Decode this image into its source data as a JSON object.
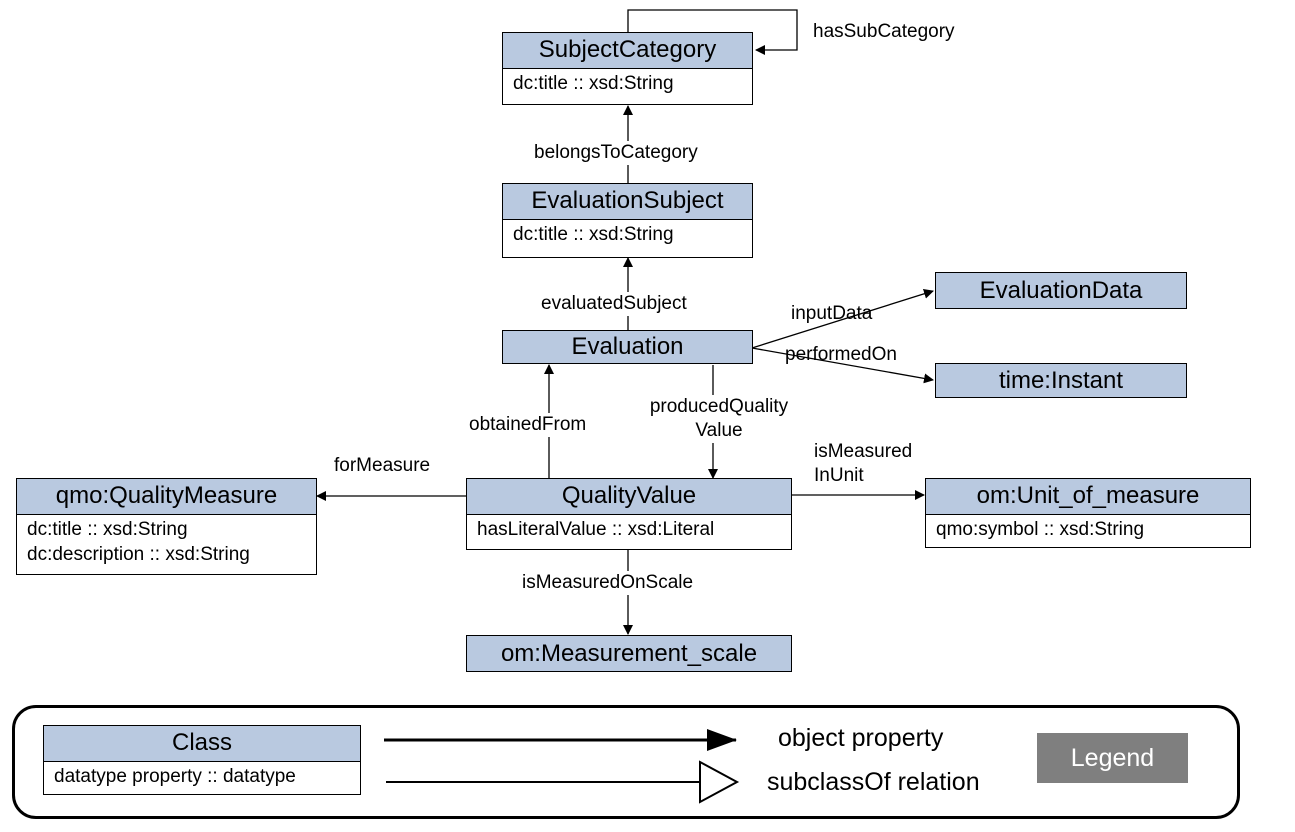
{
  "classes": {
    "subject_category": {
      "name": "SubjectCategory",
      "attrs": [
        "dc:title :: xsd:String"
      ]
    },
    "evaluation_subject": {
      "name": "EvaluationSubject",
      "attrs": [
        "dc:title :: xsd:String"
      ]
    },
    "evaluation": {
      "name": "Evaluation"
    },
    "evaluation_data": {
      "name": "EvaluationData"
    },
    "time_instant": {
      "name": "time:Instant"
    },
    "quality_measure": {
      "name": "qmo:QualityMeasure",
      "attrs": [
        "dc:title :: xsd:String",
        "dc:description :: xsd:String"
      ]
    },
    "quality_value": {
      "name": "QualityValue",
      "attrs": [
        "hasLiteralValue :: xsd:Literal"
      ]
    },
    "unit_of_measure": {
      "name": "om:Unit_of_measure",
      "attrs": [
        "qmo:symbol :: xsd:String"
      ]
    },
    "measurement_scale": {
      "name": "om:Measurement_scale"
    }
  },
  "properties": {
    "has_sub_category": "hasSubCategory",
    "belongs_to_category": "belongsToCategory",
    "evaluated_subject": "evaluatedSubject",
    "input_data": "inputData",
    "performed_on": "performedOn",
    "obtained_from": "obtainedFrom",
    "produced_quality_value": [
      "producedQuality",
      "Value"
    ],
    "for_measure": "forMeasure",
    "is_measured_in_unit": [
      "isMeasured",
      "InUnit"
    ],
    "is_measured_on_scale": "isMeasuredOnScale"
  },
  "legend": {
    "class_name": "Class",
    "class_attr": "datatype property :: datatype",
    "object_property": "object property",
    "subclass_relation": "subclassOf relation",
    "badge": "Legend"
  },
  "colors": {
    "class_fill": "#b9c9e0",
    "badge_fill": "#7f7f7f"
  }
}
